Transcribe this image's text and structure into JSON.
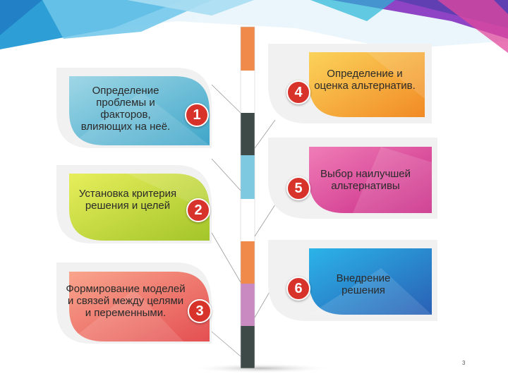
{
  "steps": [
    {
      "num": "1",
      "text": "Определение проблемы и факторов, влияющих на неё."
    },
    {
      "num": "2",
      "text": "Установка критерия решения и целей"
    },
    {
      "num": "3",
      "text": "Формирование моделей и связей между целями и переменными."
    },
    {
      "num": "4",
      "text": "Определение и оценка альтернатив."
    },
    {
      "num": "5",
      "text": "Выбор наилучшей альтернативы"
    },
    {
      "num": "6",
      "text": "Внедрение решения"
    }
  ],
  "page_number": "3",
  "colors": {
    "step1": "#7fc3da",
    "step2": "#c5da3a",
    "step3": "#f4876d",
    "step4": "#f9b233",
    "step5": "#e35aa7",
    "step6": "#2a98d9",
    "badge": "#d8332b",
    "pole_dark": "#3d4a48"
  }
}
